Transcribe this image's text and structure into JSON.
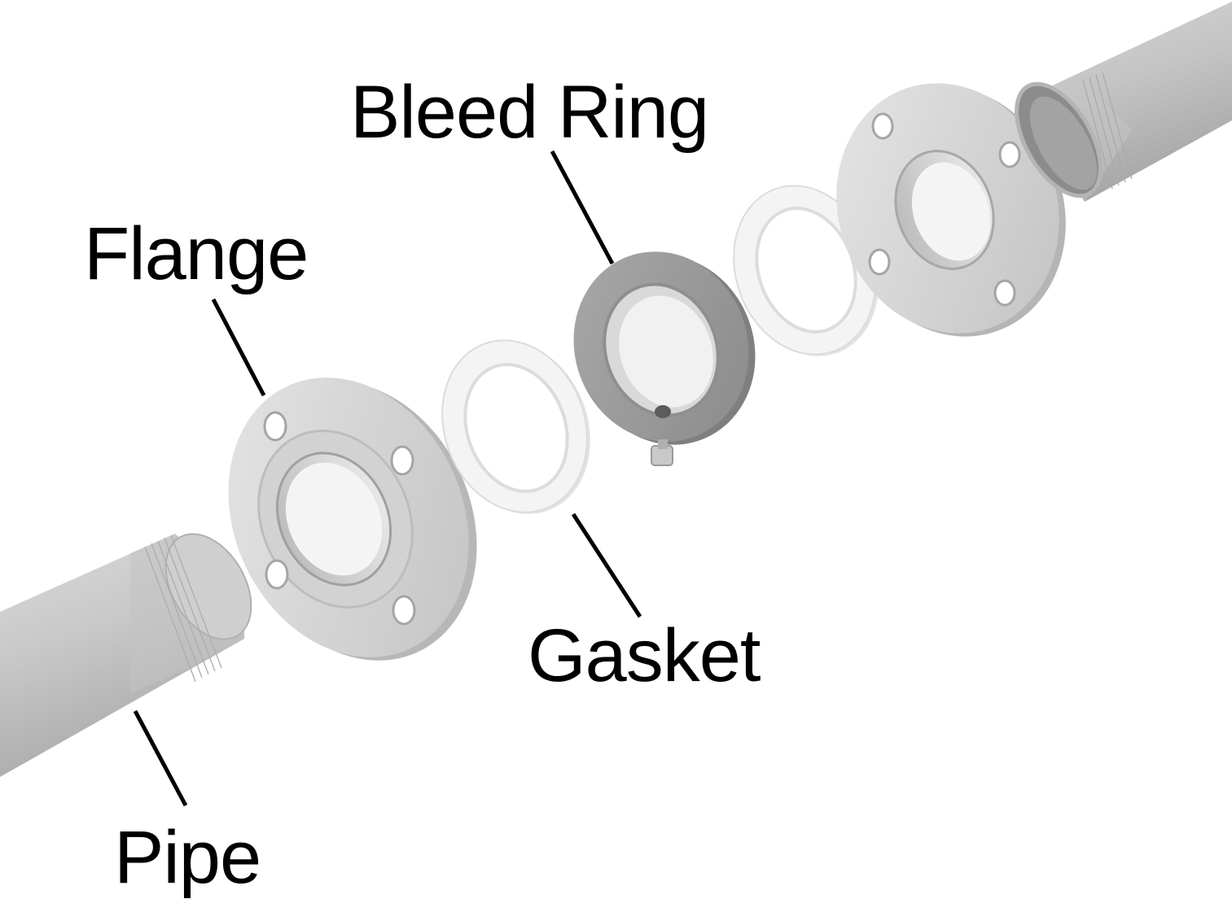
{
  "labels": {
    "bleed_ring": "Bleed Ring",
    "flange": "Flange",
    "gasket": "Gasket",
    "pipe": "Pipe"
  },
  "colors": {
    "background": "#ffffff",
    "label_text": "#000000",
    "leader_line": "#000000",
    "metal_light": "#e4e4e4",
    "metal_mid": "#c8c8c8",
    "metal_dark": "#8a8a8a",
    "gasket_face": "#f4f4f4",
    "bleed_ring_face": "#9a9a9a"
  },
  "icons": {
    "bleed_port": "bleed-port-icon",
    "bolt_hole": "bolt-hole-icon"
  }
}
